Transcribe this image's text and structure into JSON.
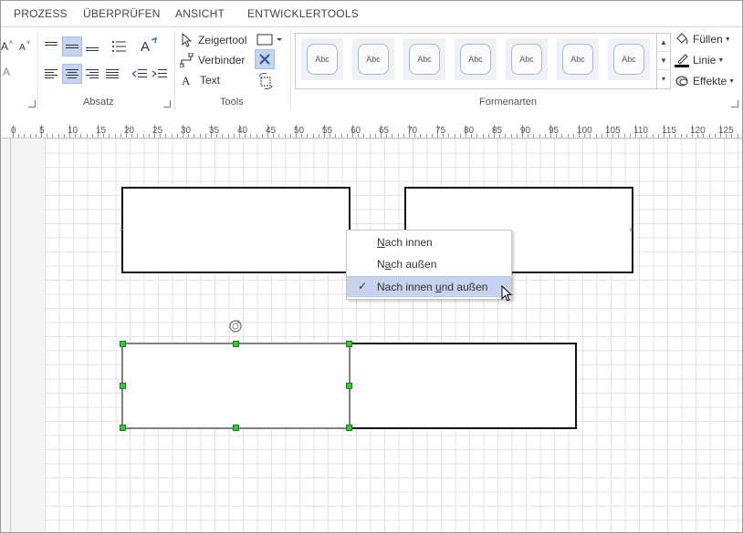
{
  "tabs": [
    "PROZESS",
    "ÜBERPRÜFEN",
    "ANSICHT",
    "ENTWICKLERTOOLS"
  ],
  "ribbon": {
    "groups": {
      "absatz": "Absatz",
      "tools": "Tools",
      "formenarten": "Formenarten"
    },
    "tools": {
      "pointer": "Zeigertool",
      "connector": "Verbinder",
      "text": "Text"
    },
    "style_thumb": "Abc",
    "fill": "Füllen",
    "line": "Linie",
    "effects": "Effekte"
  },
  "ruler": {
    "labels": [
      "0",
      "5",
      "10",
      "15",
      "20",
      "25",
      "30",
      "35",
      "40",
      "45",
      "50",
      "55",
      "60",
      "65",
      "70",
      "75",
      "80",
      "85",
      "90",
      "95",
      "100",
      "105",
      "110",
      "115",
      "120",
      "125"
    ]
  },
  "context_menu": {
    "items": [
      {
        "mnemonic": "N",
        "rest": "ach innen",
        "checked": false,
        "highlighted": false
      },
      {
        "mnemonic": "",
        "rest": "",
        "pre": "N",
        "mn2": "a",
        "post": "ch außen",
        "checked": false,
        "highlighted": false
      },
      {
        "checked": true,
        "highlighted": true
      }
    ],
    "item1": {
      "pre": "",
      "mn": "N",
      "post": "ach innen"
    },
    "item2": {
      "pre": "N",
      "mn": "a",
      "post": "ch außen"
    },
    "item3": {
      "pre": "Nach innen ",
      "mn": "u",
      "post": "nd außen"
    }
  },
  "colors": {
    "selection": "#c5d3ef",
    "handle": "#2ecc2e",
    "grid": "#e2e2e2"
  }
}
